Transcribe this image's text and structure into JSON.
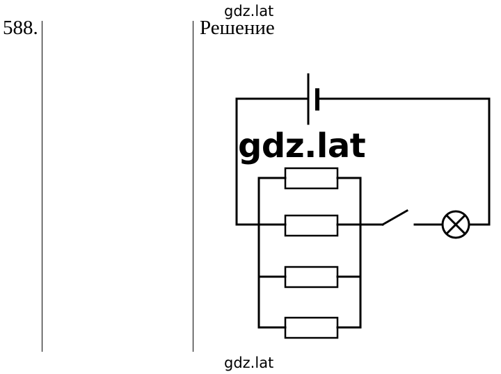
{
  "watermark_top": "gdz.lat",
  "watermark_center": "gdz.lat",
  "watermark_bottom": "gdz.lat",
  "task_number": "588.",
  "solution_label": "Решение",
  "diagram": {
    "components": [
      "battery",
      "resistor",
      "resistor",
      "resistor",
      "resistor",
      "switch",
      "lamp"
    ],
    "resistor_count": 4,
    "resistors_connection": "parallel",
    "switch_state": "open"
  }
}
